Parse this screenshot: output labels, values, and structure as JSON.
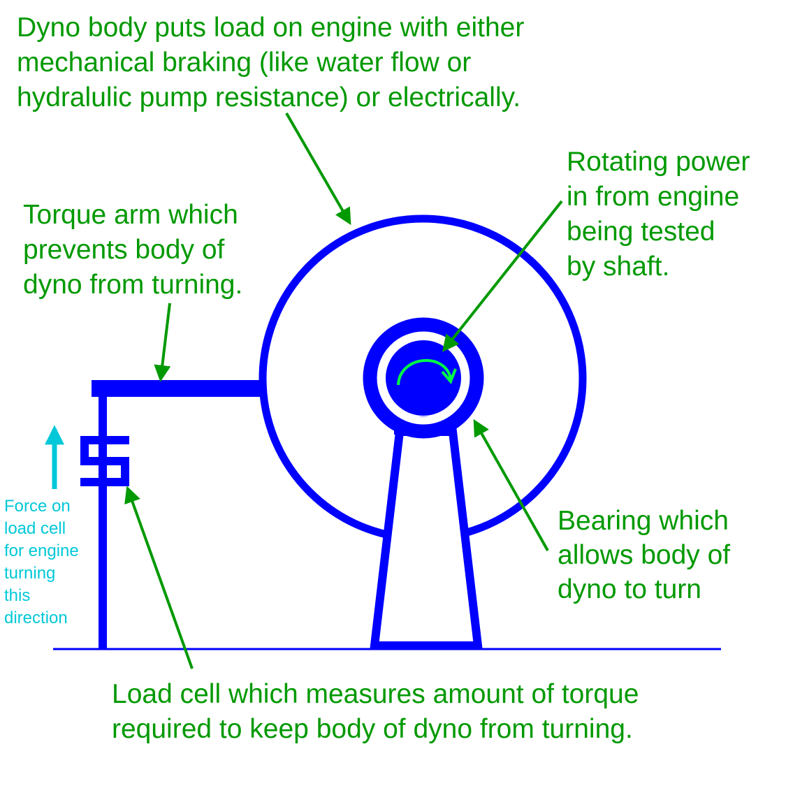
{
  "colors": {
    "structure": "#0000ff",
    "label": "#009900",
    "force_arrow": "#00c8d8",
    "rotation_arrow": "#00ff44",
    "background": "#ffffff"
  },
  "labels": {
    "dyno_body": [
      "Dyno body puts load on engine with either",
      "mechanical braking (like water flow or",
      "hydralulic pump resistance) or electrically."
    ],
    "rotating_power": [
      "Rotating power",
      "in from engine",
      "being tested",
      "by shaft."
    ],
    "torque_arm": [
      "Torque arm which",
      "prevents body of",
      "dyno from turning."
    ],
    "bearing": [
      "Bearing which",
      "allows body of",
      "dyno to turn"
    ],
    "force": [
      "Force on",
      "load cell",
      "for engine",
      "turning",
      "this",
      "direction"
    ],
    "load_cell": [
      "Load cell which measures amount of torque",
      "required to keep body of dyno from turning."
    ]
  }
}
